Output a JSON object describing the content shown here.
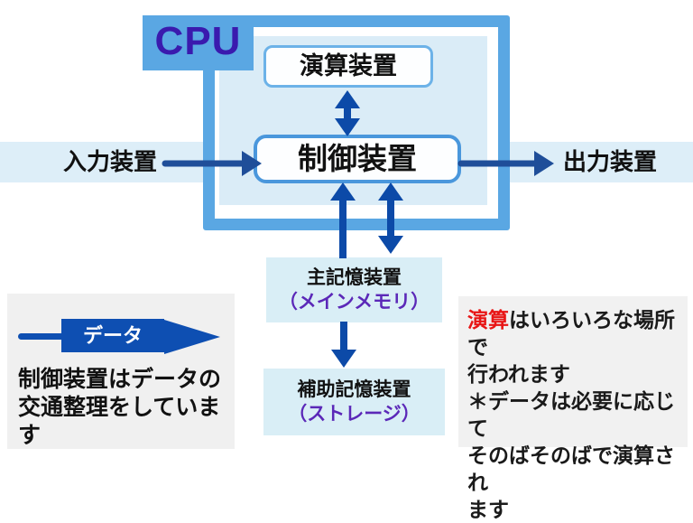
{
  "colors": {
    "cpu_border_blue": "#5aa7e3",
    "cpu_inner_panel": "#daecf7",
    "io_band": "#ddeef8",
    "cpu_text_indigo": "#3a1aae",
    "io_arrow_navy": "#1f4e99",
    "internal_arrow_blue": "#0c4aa8",
    "legend_arrow_blue": "#0e4fb2",
    "memory_box_fill": "#d9eef6",
    "katakana_purple": "#5b28b8",
    "highlight_red": "#e81515",
    "gray_box_fill": "#f0f0f0"
  },
  "cpu": {
    "label": "CPU",
    "alu": "演算装置",
    "control": "制御装置"
  },
  "io": {
    "input": "入力装置",
    "output": "出力装置"
  },
  "memory": {
    "main_line1": "主記憶装置",
    "main_line2": "（メインメモリ）",
    "storage_line1": "補助記憶装置",
    "storage_line2": "（ストレージ）"
  },
  "legend": {
    "arrow_label": "データ",
    "caption_line1": "制御装置はデータの",
    "caption_line2": "交通整理をしています"
  },
  "note": {
    "line1_highlight": "演算",
    "line1_rest": "はいろいろな場所で",
    "line2": "行われます",
    "line3": "＊データは必要に応じて",
    "line4": "そのばそのばで演算され",
    "line5": "ます"
  }
}
